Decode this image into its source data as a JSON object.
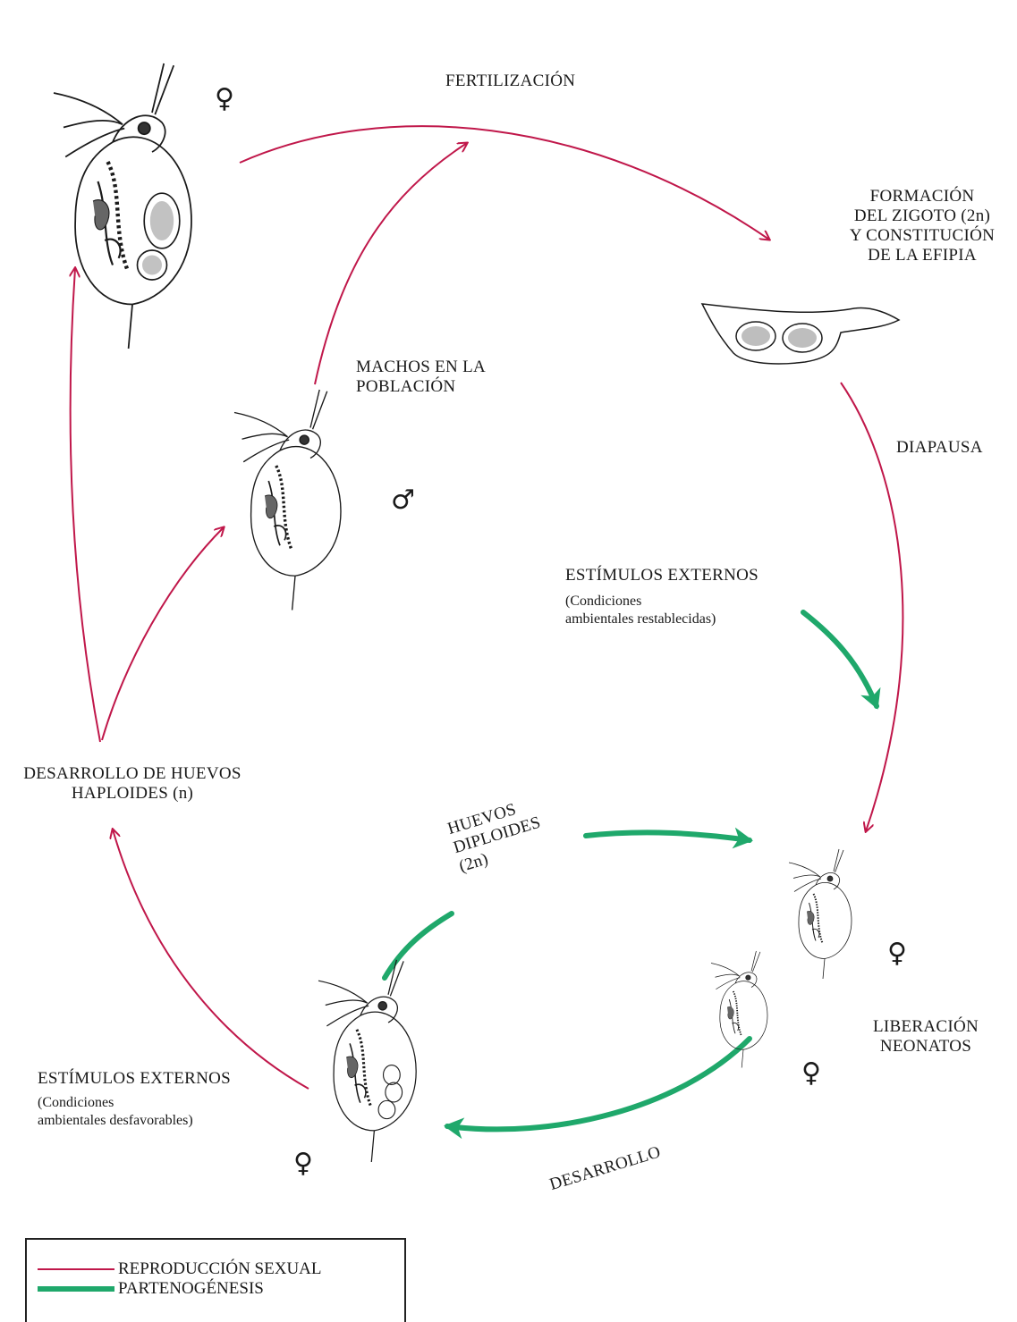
{
  "labels": {
    "fertilizacion": "FERTILIZACIÓN",
    "formacion": [
      "FORMACIÓN",
      "DEL ZIGOTO (2n)",
      "Y CONSTITUCIÓN",
      "DE LA EFIPIA"
    ],
    "machos": [
      "MACHOS EN LA",
      "POBLACIÓN"
    ],
    "diapausa": "DIAPAUSA",
    "estimulos_top": {
      "title": "ESTÍMULOS EXTERNOS",
      "note_1": "(Condiciones",
      "note_2": "ambientales restablecidas)"
    },
    "desarrollo_haploides": [
      "DESARROLLO DE HUEVOS",
      "HAPLOIDES (n)"
    ],
    "huevos_diploides": [
      "HUEVOS",
      "DIPLOIDES",
      "(2n)"
    ],
    "liberacion": [
      "LIBERACIÓN",
      "NEONATOS"
    ],
    "estimulos_bottom": {
      "title": "ESTÍMULOS EXTERNOS",
      "note_1": "(Condiciones",
      "note_2": "ambientales desfavorables)"
    },
    "desarrollo": "DESARROLLO"
  },
  "symbols": {
    "female": "♀",
    "male": "♂"
  },
  "legend": [
    {
      "label": "REPRODUCCIÓN SEXUAL",
      "color": "#c0174a"
    },
    {
      "label": "PARTENOGÉNESIS",
      "color": "#1fa86b"
    }
  ],
  "colors": {
    "sexual": "#c0174a",
    "parthenogenesis": "#1fa86b",
    "ink": "#1a1a1a"
  },
  "figures": [
    {
      "name": "female-daphnia-with-haploid-eggs",
      "sex": "female"
    },
    {
      "name": "male-daphnia",
      "sex": "male"
    },
    {
      "name": "ephippium",
      "sex": ""
    },
    {
      "name": "neonate-daphnia-1",
      "sex": "female"
    },
    {
      "name": "neonate-daphnia-2",
      "sex": "female"
    },
    {
      "name": "female-daphnia-with-diploid-eggs",
      "sex": "female"
    }
  ]
}
